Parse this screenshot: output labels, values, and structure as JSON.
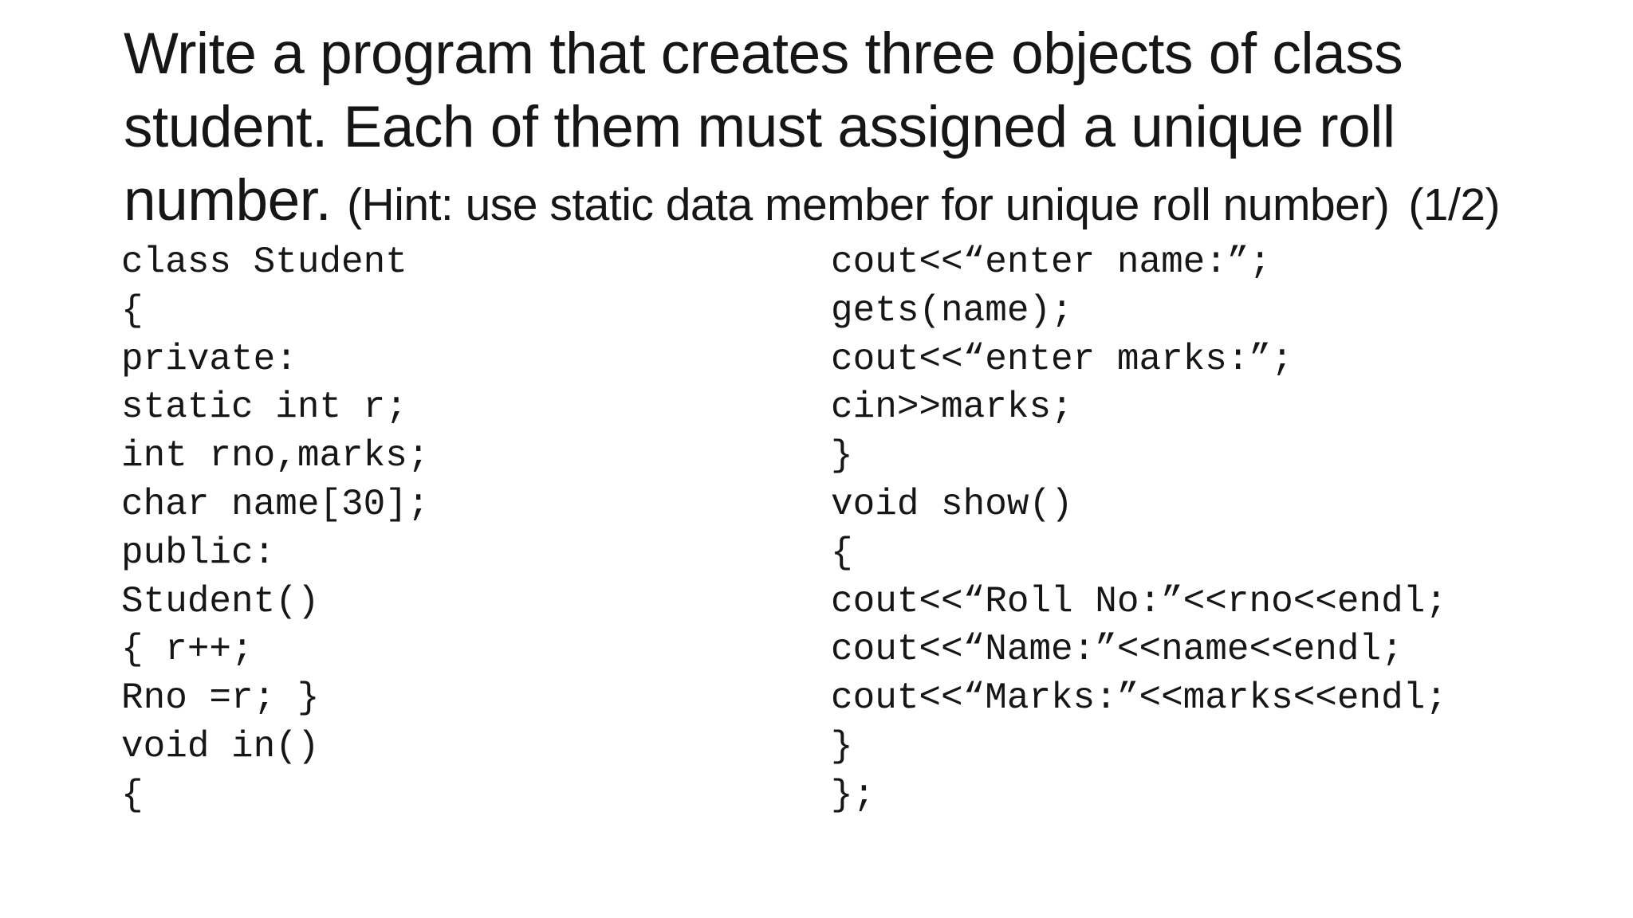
{
  "slide": {
    "colors": {
      "background": "#ffffff",
      "text": "#161616"
    },
    "title": {
      "line1": "Write a program that creates three objects of class",
      "line2": "student. Each of them must assigned a unique roll",
      "line3_main": "number.",
      "line3_hint": "(Hint: use static data member for unique roll number)",
      "page_indicator": "(1/2)"
    },
    "code": {
      "left_column": [
        "class Student",
        "{",
        "private:",
        "static int r;",
        "int rno,marks;",
        "char name[30];",
        "public:",
        "Student()",
        "{ r++;",
        "Rno =r; }",
        "void in()",
        "{"
      ],
      "right_column": [
        "cout<<“enter name:”;",
        "gets(name);",
        "cout<<“enter marks:”;",
        "cin>>marks;",
        "}",
        "void show()",
        "{",
        "cout<<“Roll No:”<<rno<<endl;",
        "cout<<“Name:”<<name<<endl;",
        "cout<<“Marks:”<<marks<<endl;",
        "}",
        "};"
      ]
    }
  }
}
